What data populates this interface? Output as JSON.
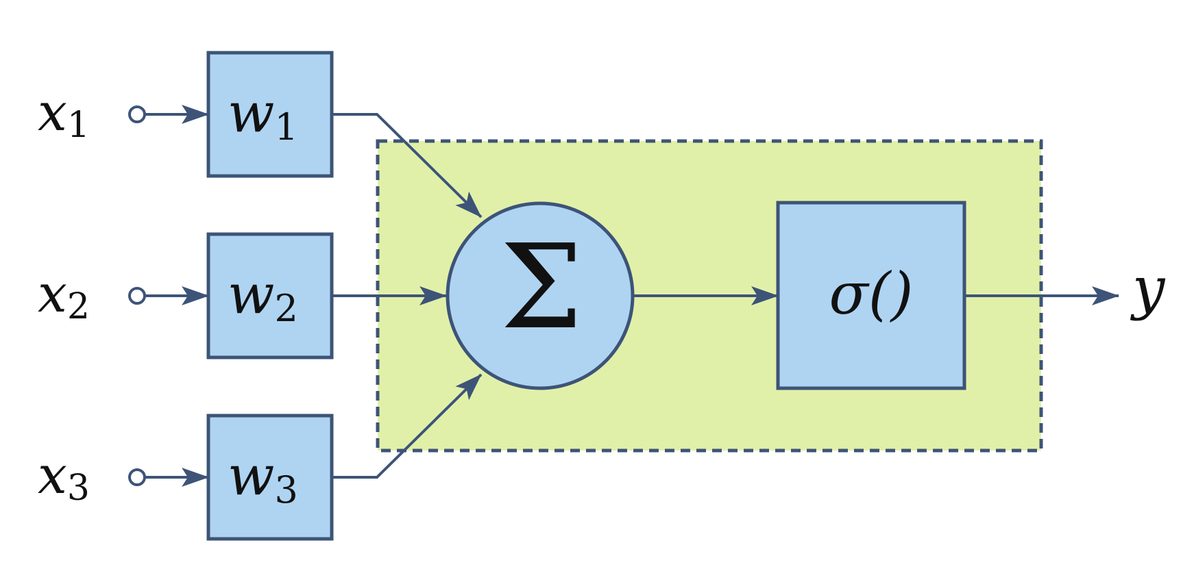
{
  "colors": {
    "stroke": "#3d5478",
    "box_fill": "#afd4f2",
    "region_fill": "#e1f0a8",
    "text": "#111111",
    "background": "#ffffff"
  },
  "inputs": [
    {
      "var": "x",
      "sub": "1",
      "weight_var": "w",
      "weight_sub": "1"
    },
    {
      "var": "x",
      "sub": "2",
      "weight_var": "w",
      "weight_sub": "2"
    },
    {
      "var": "x",
      "sub": "3",
      "weight_var": "w",
      "weight_sub": "3"
    }
  ],
  "summation": {
    "symbol": "Σ"
  },
  "activation": {
    "label": "σ()"
  },
  "output": {
    "label": "y"
  }
}
